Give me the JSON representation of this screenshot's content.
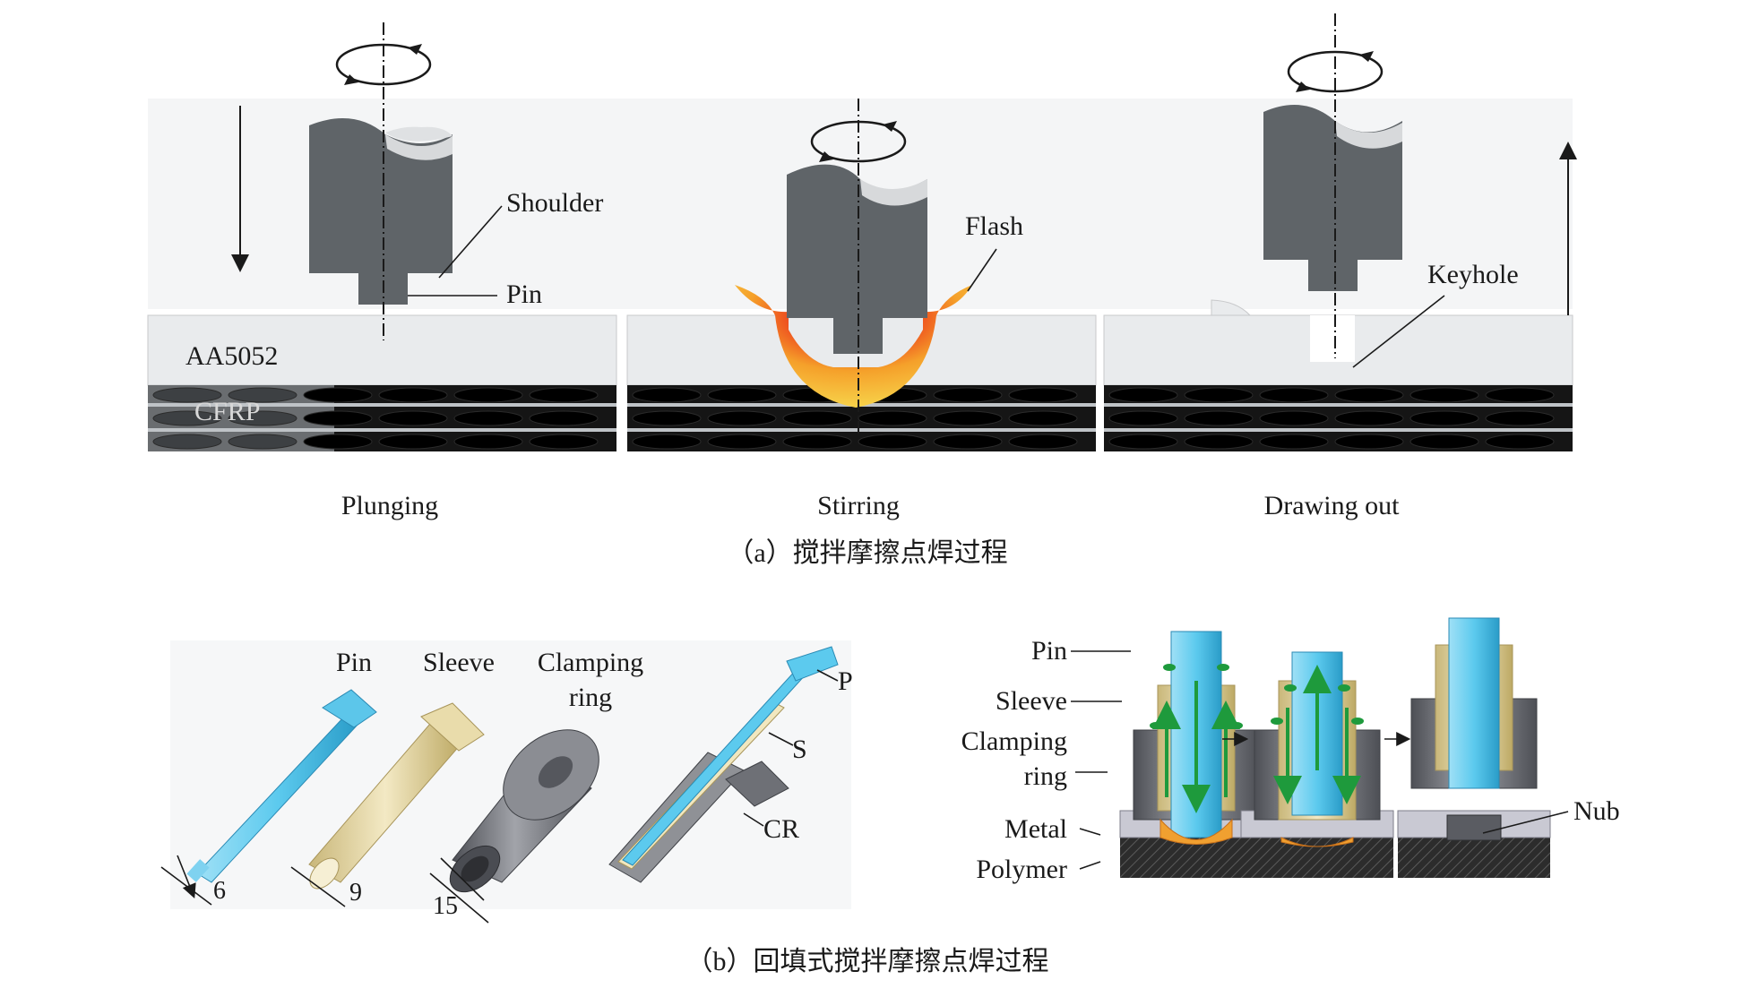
{
  "panel_a": {
    "stages": [
      "Plunging",
      "Stirring",
      "Drawing out"
    ],
    "labels": {
      "shoulder": "Shoulder",
      "pin": "Pin",
      "flash": "Flash",
      "keyhole": "Keyhole",
      "top_sheet": "AA5052",
      "bottom_sheet": "CFRP"
    },
    "caption": "（a）搅拌摩擦点焊过程"
  },
  "panel_b": {
    "tools": {
      "pin": "Pin",
      "sleeve": "Sleeve",
      "clamping_ring_line1": "Clamping",
      "clamping_ring_line2": "ring",
      "dims": [
        "6",
        "9",
        "15"
      ],
      "section_labels": [
        "P",
        "S",
        "CR"
      ]
    },
    "process": {
      "pin": "Pin",
      "sleeve": "Sleeve",
      "clamping_line1": "Clamping",
      "clamping_line2": "ring",
      "metal": "Metal",
      "polymer": "Polymer",
      "nub": "Nub"
    },
    "caption": "（b）回填式搅拌摩擦点焊过程"
  },
  "colors": {
    "tool_gray": "#5f6468",
    "plate_top": "#eceef0",
    "cfrp_dark": "#111111",
    "pin_blue": "#3db8e6",
    "sleeve_beige": "#e8dcae",
    "ring_gray": "#6e7076",
    "heat_orange": "#f0a030",
    "flow_green": "#1e9a3c"
  }
}
